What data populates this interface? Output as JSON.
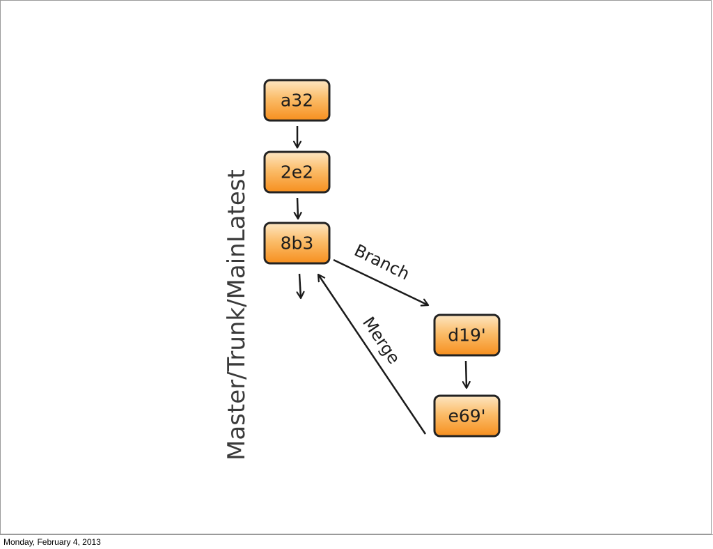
{
  "diagram": {
    "lane_label": "Master/Trunk/MainLatest",
    "nodes": {
      "a32": "a32",
      "2e2": "2e2",
      "8b3": "8b3",
      "d19": "d19'",
      "e69": "e69'"
    },
    "edge_labels": {
      "branch": "Branch",
      "merge": "Merge"
    },
    "colors": {
      "node_fill_top": "#fde3b8",
      "node_fill_bottom": "#f7941d",
      "node_stroke": "#222222",
      "arrow": "#1a1a1a"
    }
  },
  "footer": {
    "date": "Monday, February 4, 2013"
  }
}
